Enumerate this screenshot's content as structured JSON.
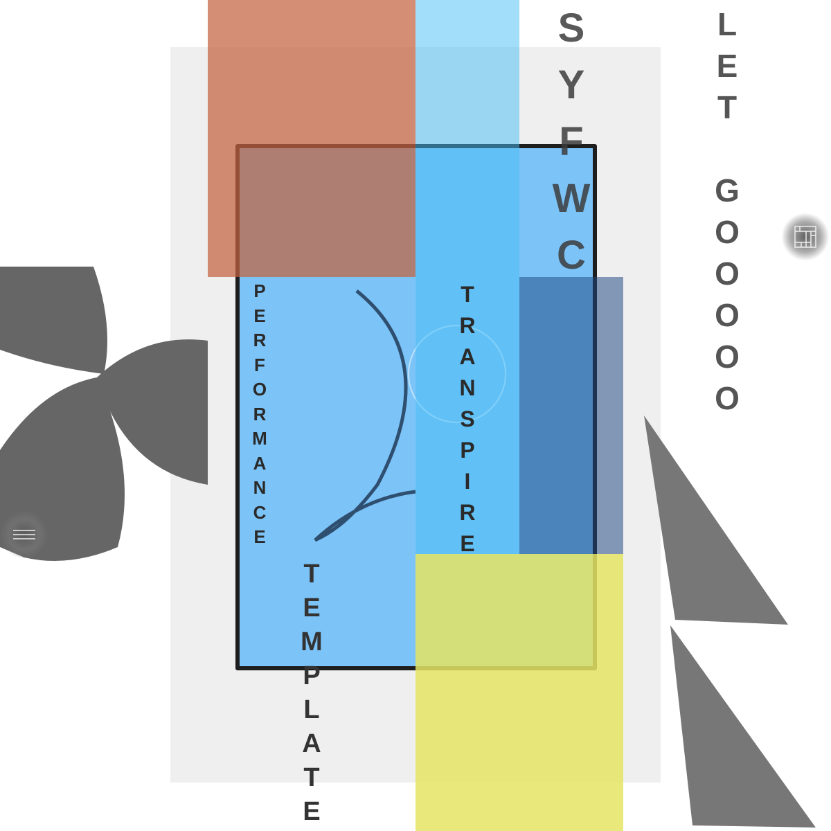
{
  "words": {
    "performance": "PERFORMANCE",
    "transpire": "TRANSPIRE",
    "template": "TEMPLATE",
    "syfwc": "SYFWC",
    "let_go": "LET GOOOOO"
  },
  "icons": {
    "menu": "hamburger-menu-icon",
    "layout": "grid-layout-icon"
  },
  "colors": {
    "orange": "#c8643f",
    "sky": "#50bef0",
    "navy": "#1e4682",
    "yellow": "#e6e664",
    "shape_gray": "#666666"
  }
}
